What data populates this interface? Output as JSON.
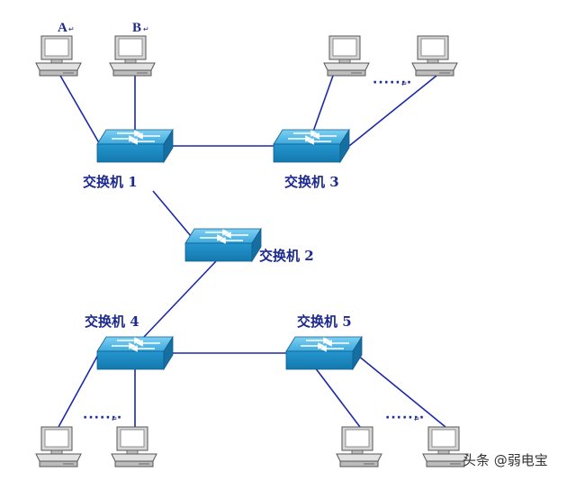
{
  "switches": [
    {
      "id": "s1",
      "label": "交换机 1"
    },
    {
      "id": "s2",
      "label": "交换机 2"
    },
    {
      "id": "s3",
      "label": "交换机 3"
    },
    {
      "id": "s4",
      "label": "交换机 4"
    },
    {
      "id": "s5",
      "label": "交换机 5"
    }
  ],
  "computers": [
    {
      "id": "pcA",
      "label": "A",
      "mark": "↵"
    },
    {
      "id": "pcB",
      "label": "B",
      "mark": "↵"
    },
    {
      "id": "pcS3a",
      "label": ""
    },
    {
      "id": "pcS3b",
      "label": ""
    },
    {
      "id": "pcS4a",
      "label": ""
    },
    {
      "id": "pcS4b",
      "label": ""
    },
    {
      "id": "pcS5a",
      "label": ""
    },
    {
      "id": "pcS5b",
      "label": ""
    }
  ],
  "ellipses": [
    {
      "id": "e3",
      "text": "·······",
      "mark": "↵"
    },
    {
      "id": "e4",
      "text": "·······",
      "mark": "↵"
    },
    {
      "id": "e5",
      "text": "·······",
      "mark": "↵"
    }
  ],
  "links": [
    [
      "pcA",
      "s1"
    ],
    [
      "pcB",
      "s1"
    ],
    [
      "s1",
      "s3"
    ],
    [
      "s3",
      "pcS3a"
    ],
    [
      "s3",
      "pcS3b"
    ],
    [
      "s1",
      "s2"
    ],
    [
      "s2",
      "s4"
    ],
    [
      "s4",
      "s5"
    ],
    [
      "s4",
      "pcS4a"
    ],
    [
      "s4",
      "pcS4b"
    ],
    [
      "s5",
      "pcS5a"
    ],
    [
      "s5",
      "pcS5b"
    ]
  ],
  "watermark": "头条 @弱电宝",
  "colors": {
    "line": "#1c2aa8",
    "label": "#1c2a8f",
    "switch_top": "#4fb3e0",
    "switch_front": "#1d8cc4"
  }
}
